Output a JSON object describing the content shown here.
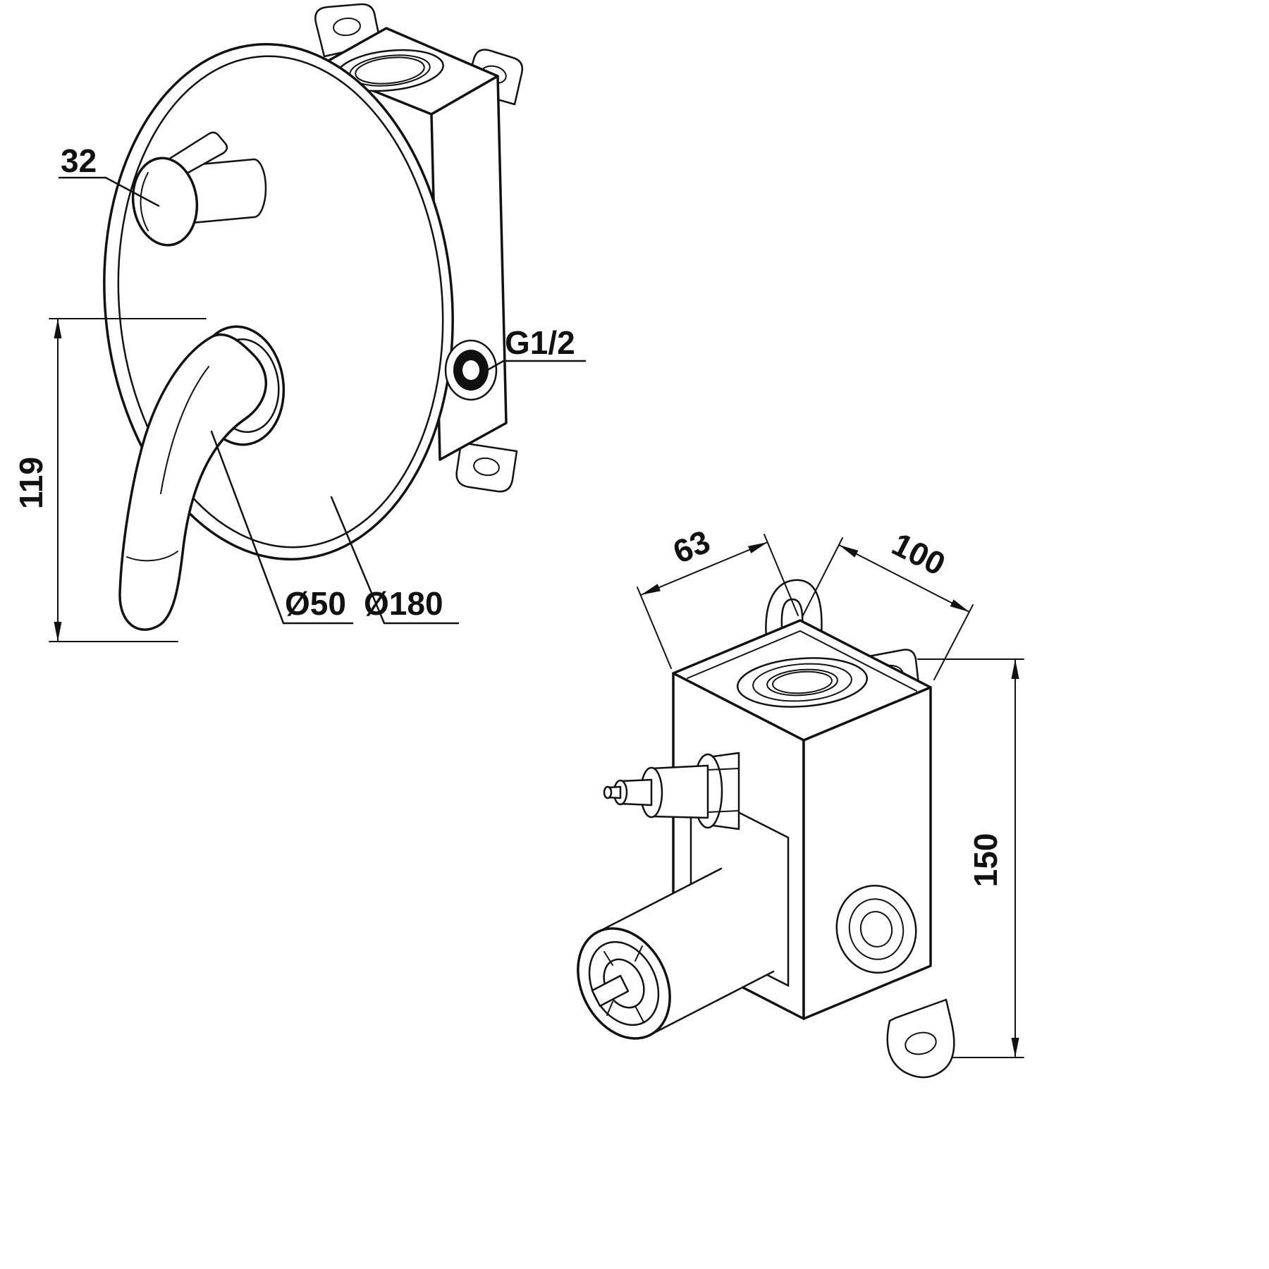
{
  "drawing": {
    "front_view": {
      "labels": {
        "knob_size": "32",
        "handle_height": "119",
        "escutcheon_diameter": "Ø50",
        "plate_diameter": "Ø180",
        "connection_thread": "G1/2"
      }
    },
    "box_view": {
      "labels": {
        "depth": "63",
        "width": "100",
        "height": "150"
      }
    },
    "colors": {
      "line": "#111111",
      "background": "#ffffff"
    }
  }
}
